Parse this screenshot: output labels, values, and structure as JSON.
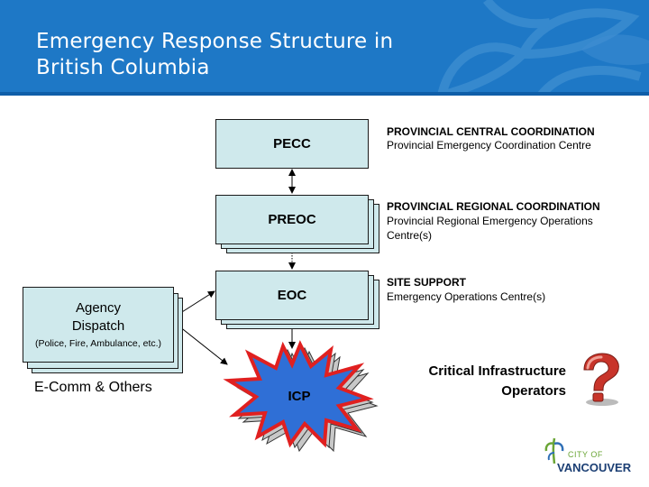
{
  "slide": {
    "title": "Emergency Response Structure in\nBritish Columbia"
  },
  "nodes": {
    "pecc": "PECC",
    "preoc": "PREOC",
    "eoc": "EOC",
    "icp": "ICP",
    "agency_title_1": "Agency",
    "agency_title_2": "Dispatch",
    "agency_sub": "(Police, Fire, Ambulance, etc.)"
  },
  "levels": {
    "central_head": "PROVINCIAL CENTRAL COORDINATION",
    "central_sub": "Provincial Emergency Coordination Centre",
    "regional_head": "PROVINCIAL REGIONAL COORDINATION",
    "regional_sub": "Provincial Regional Emergency Operations Centre(s)",
    "site_head": "SITE SUPPORT",
    "site_sub": "Emergency Operations Centre(s)"
  },
  "labels": {
    "ecomm": "E-Comm & Others",
    "critical_infra": "Critical Infrastructure\nOperators"
  },
  "logo": {
    "city_of": "CITY OF",
    "name": "VANCOUVER"
  },
  "colors": {
    "header_blue": "#1e78c6",
    "box_fill": "#cfe9ec",
    "icp_red": "#e02020",
    "icp_blue": "#2f6fd6",
    "question_red": "#c8342a"
  },
  "icons": {
    "question": "question-mark-icon",
    "logo": "city-of-vancouver-logo"
  }
}
